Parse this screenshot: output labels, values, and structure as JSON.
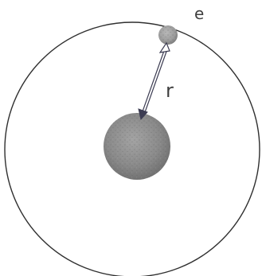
{
  "diagram": {
    "electron_label": "e",
    "radius_label": "r",
    "colors": {
      "background": "#ffffff",
      "orbit": "#2f2f2f",
      "vector": "#3c3c52",
      "electron_fill": "#9c9c9c",
      "nucleus_fill": "#858585"
    },
    "parts": [
      "orbit-circle",
      "nucleus",
      "electron",
      "radius-vector"
    ]
  }
}
